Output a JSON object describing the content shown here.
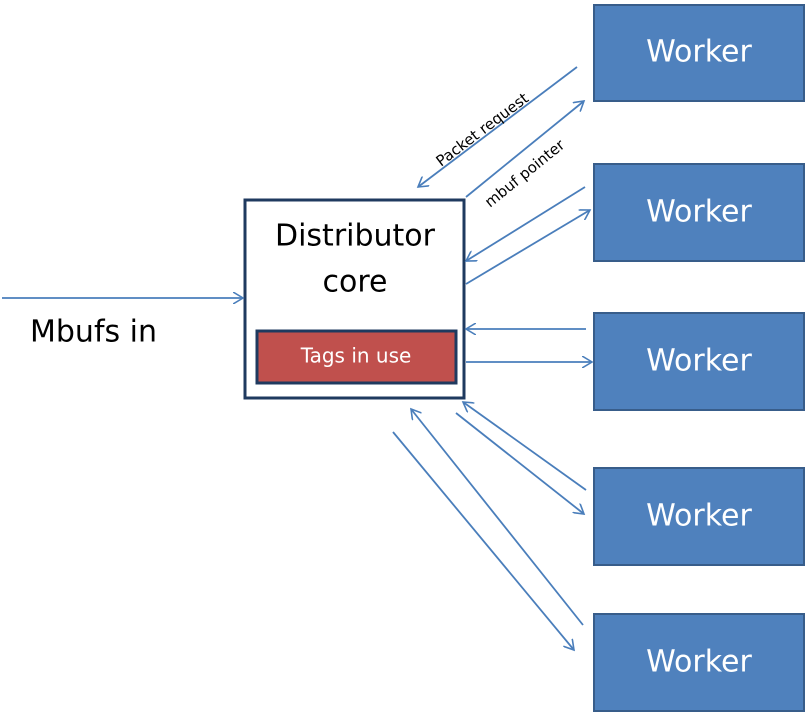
{
  "colors": {
    "worker_fill": "#4f81bd",
    "worker_border": "#385d8a",
    "distributor_border": "#1f3a5f",
    "tags_fill": "#c0504d",
    "tags_border": "#1f3a5f",
    "arrow": "#4a7ebb"
  },
  "input_label": "Mbufs in",
  "distributor": {
    "title_line1": "Distributor",
    "title_line2": "core",
    "tags_label": "Tags in use"
  },
  "workers": [
    {
      "label": "Worker"
    },
    {
      "label": "Worker"
    },
    {
      "label": "Worker"
    },
    {
      "label": "Worker"
    },
    {
      "label": "Worker"
    }
  ],
  "arrow_labels": {
    "packet_request": "Packet request",
    "mbuf_pointer": "mbuf pointer"
  }
}
